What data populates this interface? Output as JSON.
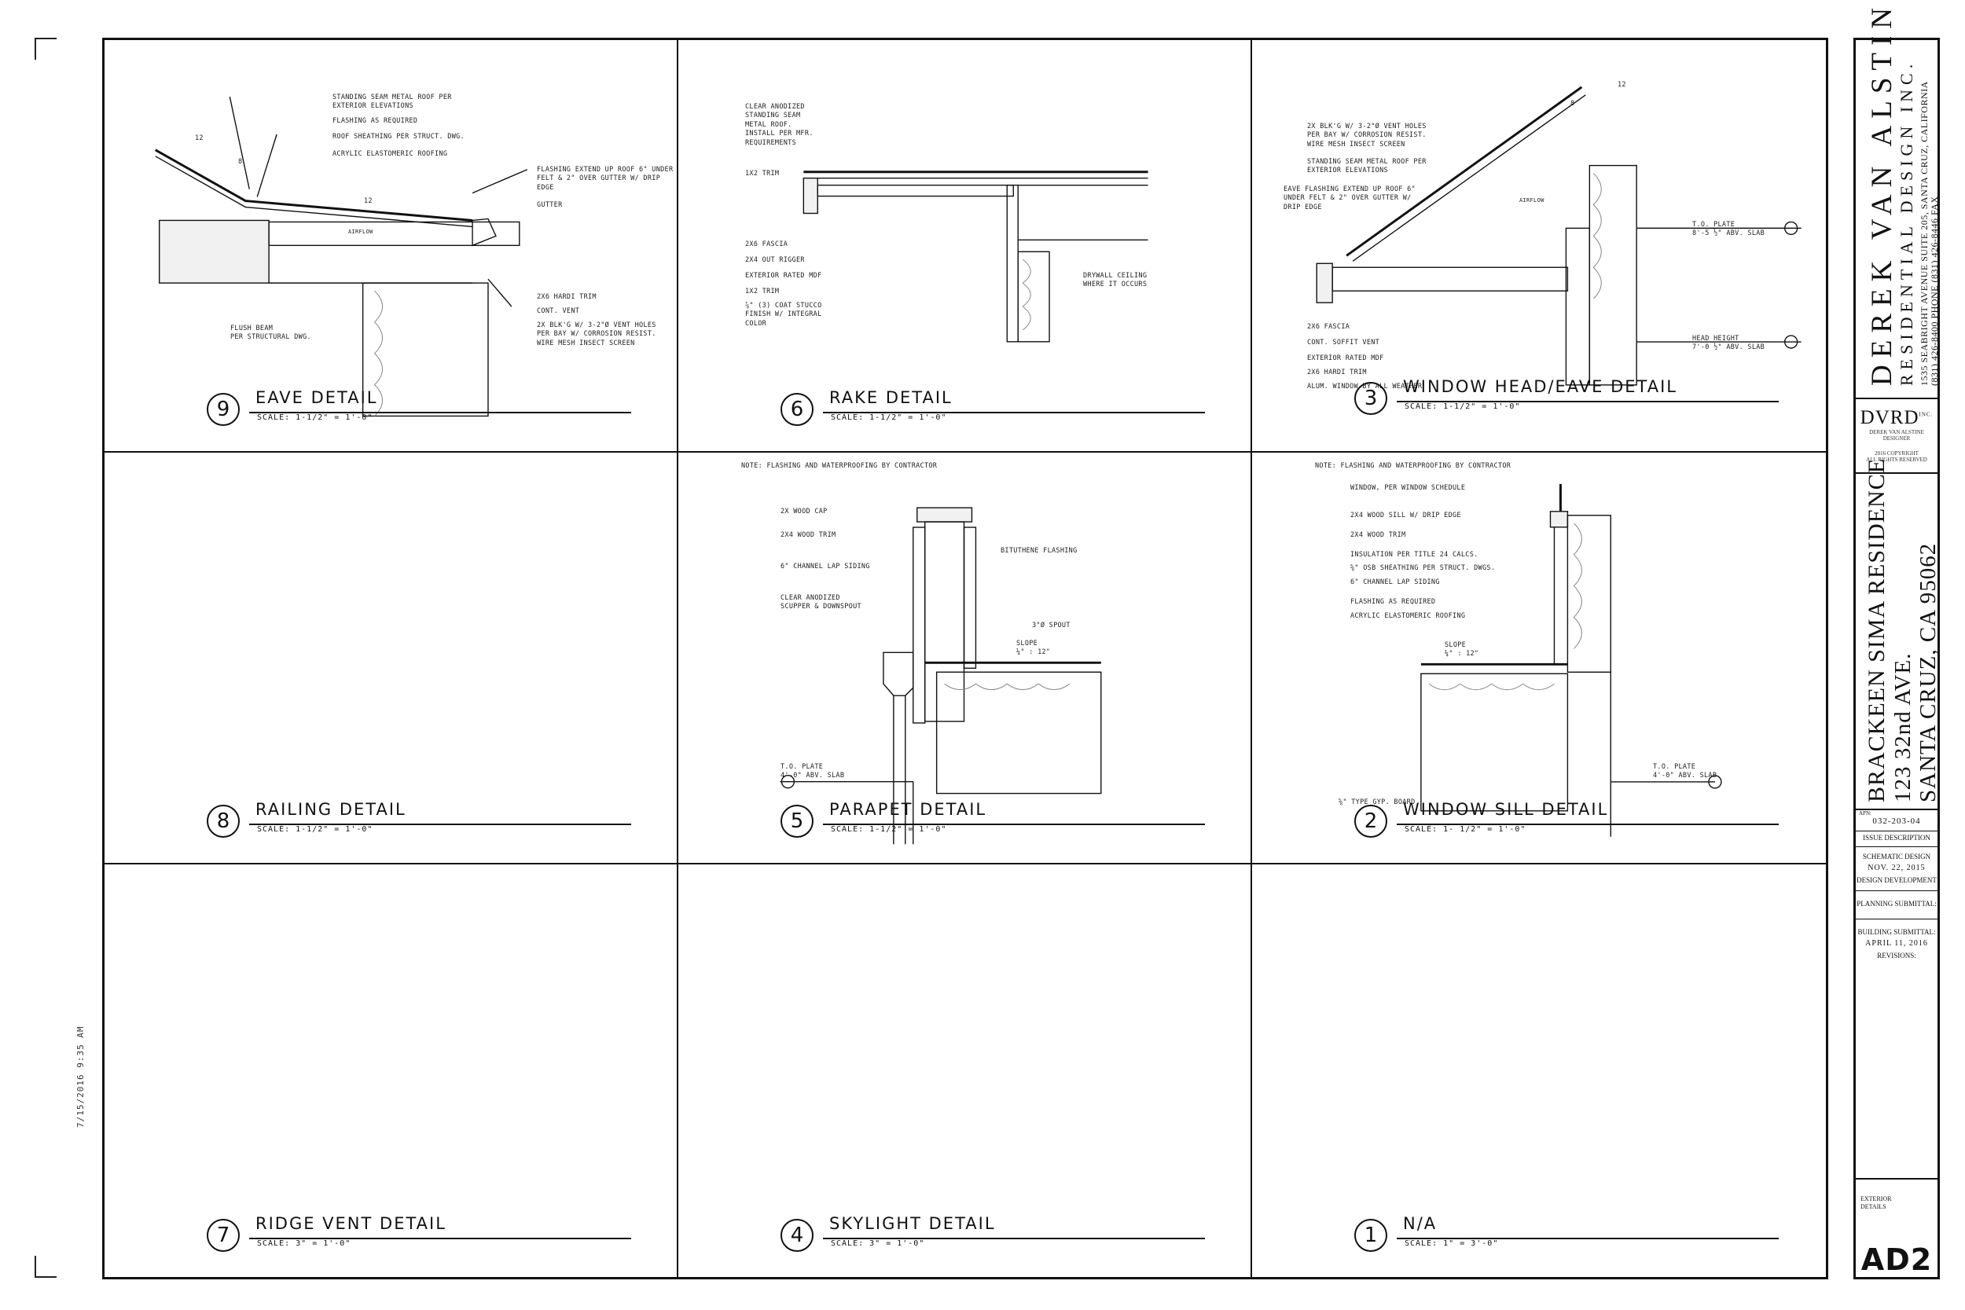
{
  "timestamp": "7/15/2016 9:35 AM",
  "details": [
    {
      "number": "9",
      "title": "EAVE DETAIL",
      "scale": "SCALE: 1-1/2\" = 1'-0\"",
      "note": "",
      "callouts": [
        "STANDING SEAM METAL ROOF PER\nEXTERIOR ELEVATIONS",
        "FLASHING AS REQUIRED",
        "ROOF SHEATHING PER STRUCT. DWG.",
        "ACRYLIC ELASTOMERIC ROOFING",
        "FLASHING EXTEND UP ROOF 6\" UNDER\nFELT & 2\" OVER GUTTER W/ DRIP\nEDGE",
        "GUTTER",
        "2X6 HARDI TRIM",
        "CONT. VENT",
        "2x BLK'G W/ 3-2\"Ø VENT HOLES\nPER BAY W/ CORROSION RESIST.\nWIRE MESH INSECT SCREEN",
        "FLUSH BEAM\nPER STRUCTURAL DWG.",
        "12",
        "8",
        "12",
        "AIRFLOW"
      ]
    },
    {
      "number": "6",
      "title": "RAKE DETAIL",
      "scale": "SCALE: 1-1/2\" = 1'-0\"",
      "note": "",
      "callouts": [
        "CLEAR ANODIZED\nSTANDING SEAM\nMETAL ROOF.\nINSTALL PER MFR.\nREQUIREMENTS",
        "1X2 TRIM",
        "2X6 FASCIA",
        "2X4 OUT RIGGER",
        "EXTERIOR RATED MDF",
        "1X2 TRIM",
        "⅞\" (3) COAT STUCCO\nFINISH W/ INTEGRAL\nCOLOR",
        "DRYWALL CEILING\nWHERE IT OCCURS"
      ]
    },
    {
      "number": "3",
      "title": "WINDOW HEAD/EAVE DETAIL",
      "scale": "SCALE: 1-1/2\" = 1'-0\"",
      "note": "",
      "callouts": [
        "2x BLK'G W/ 3-2\"Ø VENT HOLES\nPER BAY W/ CORROSION RESIST.\nWIRE MESH INSECT SCREEN",
        "STANDING SEAM METAL ROOF PER\nEXTERIOR ELEVATIONS",
        "EAVE FLASHING EXTEND UP ROOF 6\"\nUNDER FELT & 2\" OVER GUTTER W/\nDRIP EDGE",
        "2X6 FASCIA",
        "CONT. SOFFIT VENT",
        "EXTERIOR RATED MDF",
        "2X6 HARDI TRIM",
        "ALUM. WINDOW BY ALL WEATHER",
        "T.O. PLATE\n8'-5 ½\" ABV. SLAB",
        "HEAD HEIGHT\n7'-0 ½\" ABV. SLAB",
        "12",
        "8",
        "AIRFLOW"
      ]
    },
    {
      "number": "8",
      "title": "RAILING DETAIL",
      "scale": "SCALE: 1-1/2\" = 1'-0\"",
      "note": "",
      "callouts": []
    },
    {
      "number": "5",
      "title": "PARAPET DETAIL",
      "scale": "SCALE: 1-1/2\" = 1'-0\"",
      "note": "NOTE: FLASHING AND WATERPROOFING BY CONTRACTOR",
      "callouts": [
        "2x WOOD CAP",
        "2x4 WOOD TRIM",
        "BITUTHENE FLASHING",
        "6\" CHANNEL LAP SIDING",
        "CLEAR ANODIZED\nSCUPPER & DOWNSPOUT",
        "3\"Ø SPOUT",
        "SLOPE\n¼\" : 12\"",
        "T.O. PLATE\n4'-0\" ABV. SLAB"
      ]
    },
    {
      "number": "2",
      "title": "WINDOW SILL DETAIL",
      "scale": "SCALE: 1- 1/2\" = 1'-0\"",
      "note": "NOTE: FLASHING AND WATERPROOFING BY CONTRACTOR",
      "callouts": [
        "WINDOW, PER WINDOW SCHEDULE",
        "2x4 WOOD SILL w/ DRIP EDGE",
        "2x4 WOOD TRIM",
        "INSULATION PER TITLE 24 CALCS.",
        "⅝\" OSB SHEATHING PER STRUCT. DWGS.",
        "6\" CHANNEL LAP SIDING",
        "FLASHING AS REQUIRED",
        "ACRYLIC ELASTOMERIC ROOFING",
        "SLOPE\n¼\" : 12\"",
        "T.O. PLATE\n4'-0\" ABV. SLAB",
        "⅝\" TYPE GYP. BOARD"
      ]
    },
    {
      "number": "7",
      "title": "RIDGE VENT DETAIL",
      "scale": "SCALE: 3\" = 1'-0\"",
      "note": "",
      "callouts": []
    },
    {
      "number": "4",
      "title": "SKYLIGHT DETAIL",
      "scale": "SCALE: 3\" = 1'-0\"",
      "note": "",
      "callouts": []
    },
    {
      "number": "1",
      "title": "N/A",
      "scale": "SCALE: 1\" = 3'-0\"",
      "note": "",
      "callouts": []
    }
  ],
  "titleblock": {
    "firm_name": "DEREK VAN ALSTINE",
    "firm_subtitle": "RESIDENTIAL DESIGN INC.",
    "firm_address": "1535 SEABRIGHT AVENUE SUITE 205, SANTA CRUZ, CALIFORNIA",
    "firm_phone": "(831) 426-8400 PHONE  (831) 426-8446 FAX",
    "logo": "DVRD",
    "logo_inc": "INC.",
    "logo_sub": "DEREK VAN ALSTINE\nDESIGNER",
    "copyright": "2016 COPYRIGHT\nALL RIGHTS RESERVED",
    "project_name": "BRACKEEN SIMA RESIDENCE",
    "project_address": "123 32nd AVE.",
    "project_city": "SANTA CRUZ, CA 95062",
    "apn_label": "APN:",
    "apn": "032-203-04",
    "issue_header": "ISSUE DESCRIPTION",
    "issues": [
      {
        "label": "SCHEMATIC DESIGN",
        "date": "NOV. 22, 2015"
      },
      {
        "label": "DESIGN DEVELOPMENT",
        "date": ""
      },
      {
        "label": "PLANNING SUBMITTAL:",
        "date": ""
      },
      {
        "label": "BUILDING SUBMITTAL:",
        "date": "APRIL 11, 2016"
      },
      {
        "label": "REVISIONS:",
        "date": ""
      }
    ],
    "sheet_description": "EXTERIOR\nDETAILS",
    "sheet_number": "AD2"
  }
}
